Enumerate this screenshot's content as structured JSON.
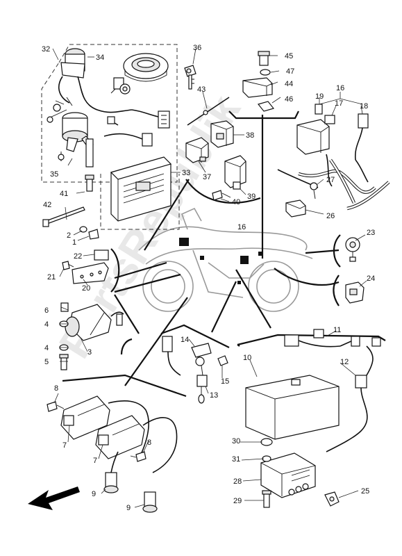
{
  "watermark": "PartsRepublik",
  "callouts": {
    "c1": "1",
    "c2": "2",
    "c3": "3",
    "c4a": "4",
    "c4b": "4",
    "c5": "5",
    "c6": "6",
    "c7a": "7",
    "c7b": "7",
    "c8a": "8",
    "c8b": "8",
    "c9a": "9",
    "c9b": "9",
    "c10": "10",
    "c11": "11",
    "c12": "12",
    "c13": "13",
    "c14": "14",
    "c15": "15",
    "c16a": "16",
    "c16b": "16",
    "c17": "17",
    "c18": "18",
    "c19": "19",
    "c20": "20",
    "c21": "21",
    "c22": "22",
    "c23": "23",
    "c24": "24",
    "c25": "25",
    "c26": "26",
    "c27": "27",
    "c28": "28",
    "c29": "29",
    "c30": "30",
    "c31": "31",
    "c32": "32",
    "c33": "33",
    "c34": "34",
    "c35": "35",
    "c36": "36",
    "c37": "37",
    "c38": "38",
    "c39": "39",
    "c40": "40",
    "c41": "41",
    "c42": "42",
    "c43": "43",
    "c44": "44",
    "c45": "45",
    "c46": "46",
    "c47": "47"
  },
  "icons": {
    "front_arrow": "arrow-front-icon"
  }
}
